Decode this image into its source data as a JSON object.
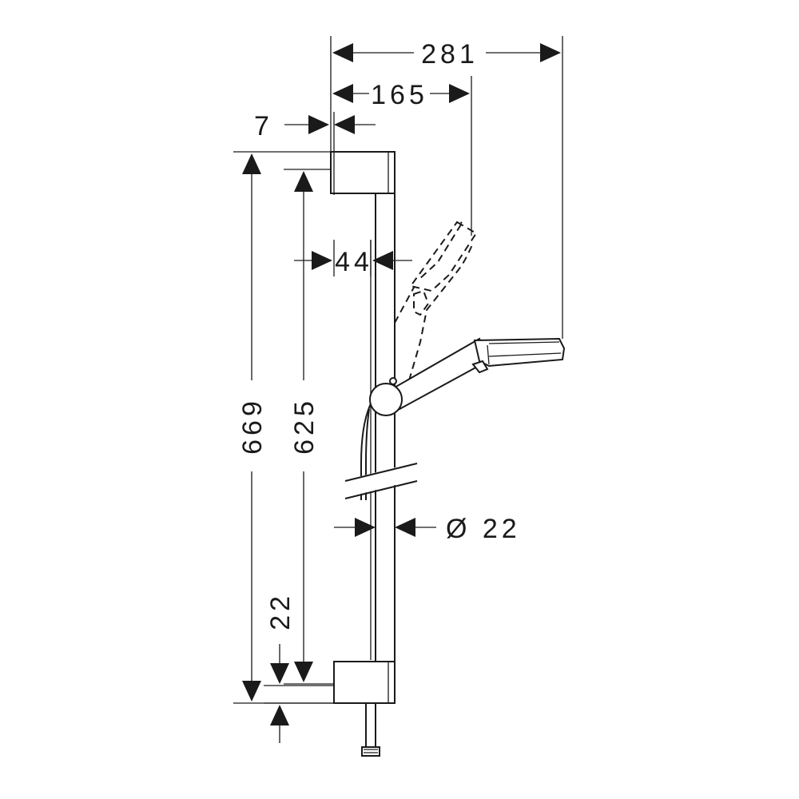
{
  "dimensions": {
    "total_width": "281",
    "handshower_reach": "165",
    "wall_gap": "7",
    "total_height": "669",
    "bracket_spacing": "625",
    "holder_offset": "44",
    "rail_diameter": "Ø 22",
    "bottom_offset": "22"
  },
  "colors": {
    "line": "#1a1a1a",
    "background": "#ffffff"
  }
}
